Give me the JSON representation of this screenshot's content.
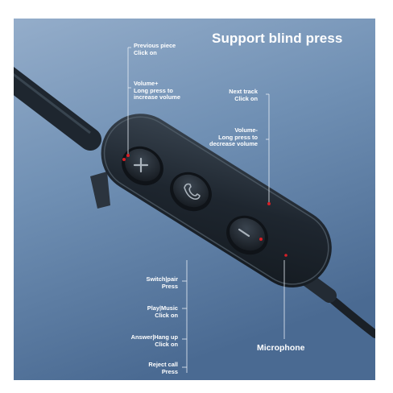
{
  "headline": "Support blind press",
  "colors": {
    "background_top": "#8fa9c6",
    "background_bottom": "#4c6a8e",
    "remote_body": "#1c242d",
    "button": "#1f252c",
    "indicator_dot": "#d81f26"
  },
  "icons": [
    "plus-icon",
    "phone-icon",
    "minus-icon"
  ],
  "callouts": {
    "previous": "Previous piece\nClick on",
    "volume_up": "Volume+\nLong press to\nincrease volume",
    "next": "Next track\nClick on",
    "volume_down": "Volume-\nLong press to\ndecrease volume",
    "switch_pair": "Switch|pair\nPress",
    "play_music": "Play|Music\nClick on",
    "answer_hangup": "Answer|Hang up\nClick on",
    "reject_call": "Reject call\nPress",
    "microphone": "Microphone"
  }
}
